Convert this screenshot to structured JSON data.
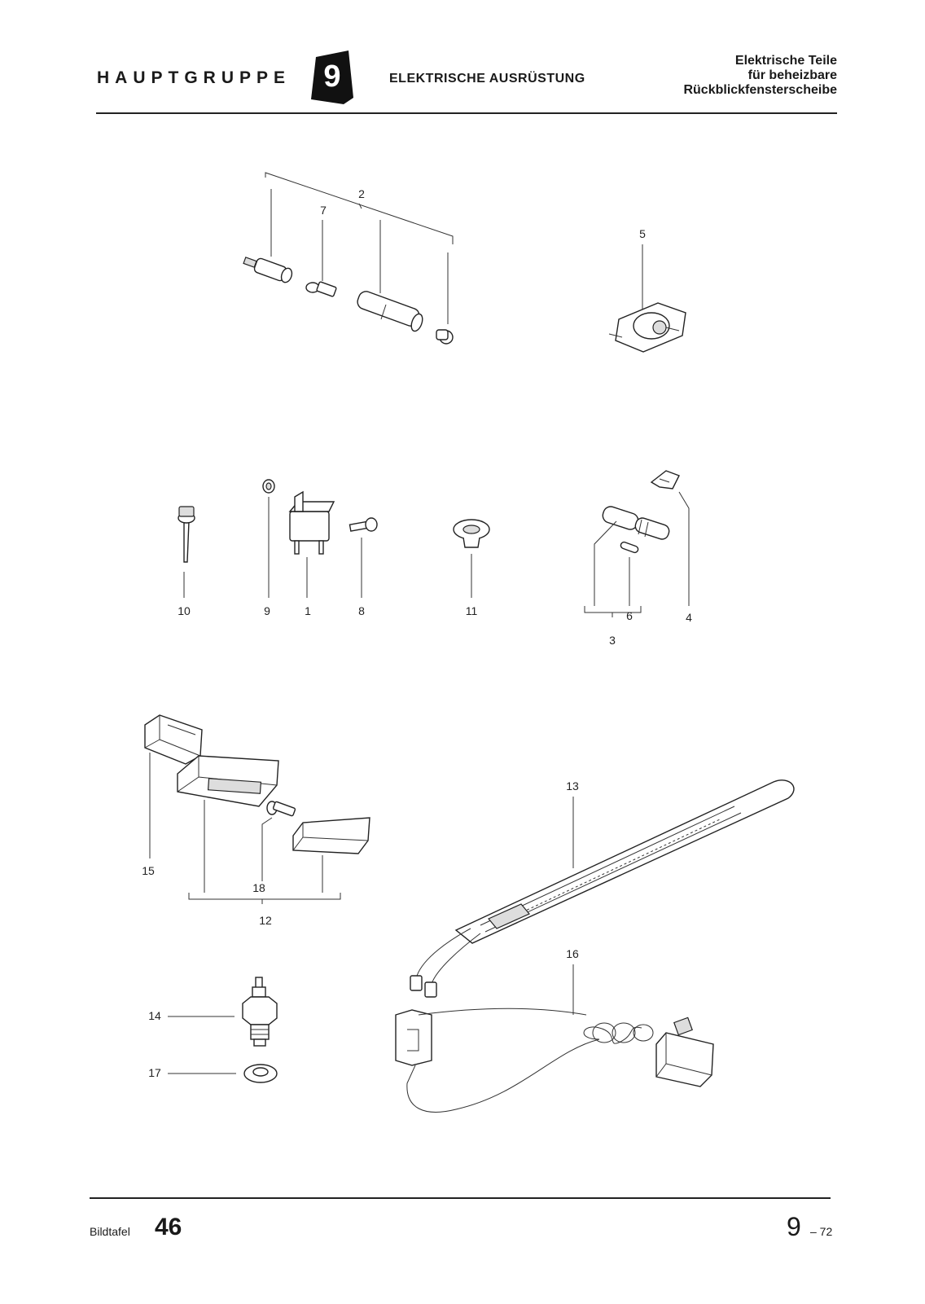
{
  "header": {
    "group": "HAUPTGRUPPE",
    "badge": "9",
    "section": "ELEKTRISCHE AUSRÜSTUNG",
    "title_lines": [
      "Elektrische Teile",
      "für beheizbare",
      "Rückblickfensterscheibe"
    ]
  },
  "callouts": {
    "c1": "1",
    "c2": "2",
    "c3": "3",
    "c4": "4",
    "c5": "5",
    "c6": "6",
    "c7": "7",
    "c8": "8",
    "c9": "9",
    "c10": "10",
    "c11": "11",
    "c12": "12",
    "c13": "13",
    "c14": "14",
    "c15": "15",
    "c16": "16",
    "c17": "17",
    "c18": "18"
  },
  "footer": {
    "label": "Bildtafel",
    "plate_number": "46",
    "page": "9",
    "page_suffix": "– 72"
  }
}
